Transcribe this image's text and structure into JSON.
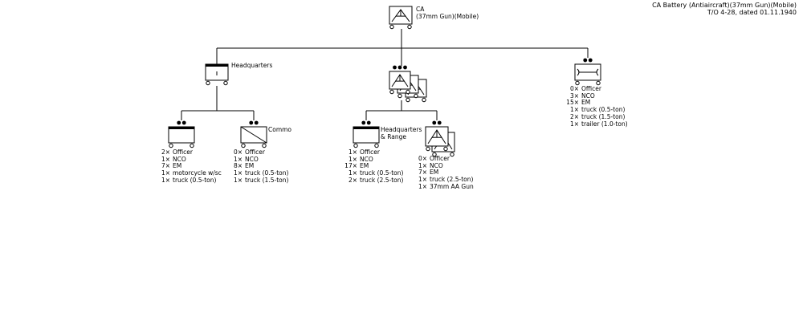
{
  "title": {
    "line1": "CA Battery (Antiaircraft)(37mm Gun)(Mobile)",
    "line2": "T/O 4-28, dated 01.11.1940"
  },
  "units": {
    "root": {
      "line1": "CA",
      "line2": "(37mm Gun)(Mobile)"
    },
    "hq": {
      "label": "Headquarters"
    },
    "hq_section": {
      "stats": [
        {
          "qty": "2×",
          "item": "Officer"
        },
        {
          "qty": "1×",
          "item": "NCO"
        },
        {
          "qty": "7×",
          "item": "EM"
        },
        {
          "qty": "1×",
          "item": "motorcycle w/sc"
        },
        {
          "qty": "1×",
          "item": "truck (0.5-ton)"
        }
      ]
    },
    "commo": {
      "label": "Commo",
      "stats": [
        {
          "qty": "0×",
          "item": "Officer"
        },
        {
          "qty": "1×",
          "item": "NCO"
        },
        {
          "qty": "8×",
          "item": "EM"
        },
        {
          "qty": "1×",
          "item": "truck (0.5-ton)"
        },
        {
          "qty": "1×",
          "item": "truck (1.5-ton)"
        }
      ]
    },
    "platoons": {},
    "hq_range": {
      "line1": "Headquarters",
      "line2": "& Range",
      "stats": [
        {
          "qty": "1×",
          "item": "Officer"
        },
        {
          "qty": "1×",
          "item": "NCO"
        },
        {
          "qty": "17×",
          "item": "EM"
        },
        {
          "qty": "1×",
          "item": "truck (0.5-ton)"
        },
        {
          "qty": "2×",
          "item": "truck (2.5-ton)"
        }
      ]
    },
    "gun_section": {
      "stats": [
        {
          "qty": "0×",
          "item": "Officer"
        },
        {
          "qty": "1×",
          "item": "NCO"
        },
        {
          "qty": "7×",
          "item": "EM"
        },
        {
          "qty": "1×",
          "item": "truck (2.5-ton)"
        },
        {
          "qty": "1×",
          "item": "37mm AA Gun"
        }
      ]
    },
    "maintenance": {
      "stats": [
        {
          "qty": "0×",
          "item": "Officer"
        },
        {
          "qty": "3×",
          "item": "NCO"
        },
        {
          "qty": "15×",
          "item": "EM"
        },
        {
          "qty": "1×",
          "item": "truck (0.5-ton)"
        },
        {
          "qty": "2×",
          "item": "truck (1.5-ton)"
        },
        {
          "qty": "1×",
          "item": "trailer (1.0-ton)"
        }
      ]
    }
  }
}
